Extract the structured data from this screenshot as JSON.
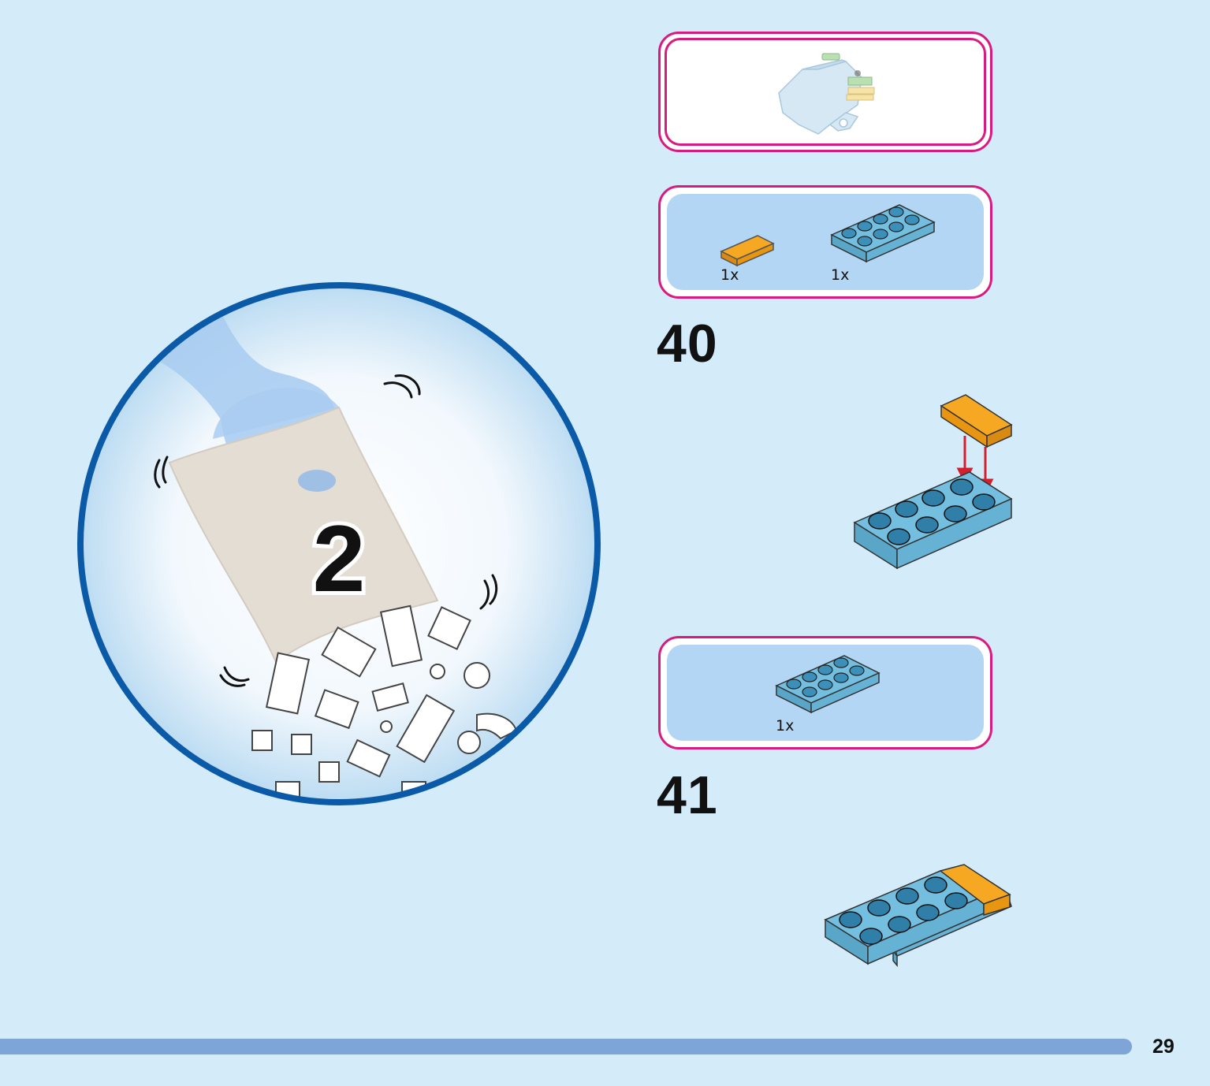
{
  "bag": {
    "number": "2"
  },
  "preview": {},
  "parts_40": [
    {
      "qty": "1x",
      "color": "#f7a823",
      "icon": "tile-1x2-orange"
    },
    {
      "qty": "1x",
      "color": "#74bfdf",
      "icon": "plate-2x4-blue"
    }
  ],
  "step_40": {
    "number": "40"
  },
  "parts_41": [
    {
      "qty": "1x",
      "color": "#74bfdf",
      "icon": "plate-2x4-blue"
    }
  ],
  "step_41": {
    "number": "41"
  },
  "page": {
    "number": "29"
  },
  "colors": {
    "background": "#d4ebfa",
    "frame": "#d91a7f",
    "parts_fill": "#b3d6f4",
    "brick_blue": "#74bfdf",
    "brick_orange": "#f7a823",
    "arrow": "#d4202e",
    "circle_border": "#0a5aa8",
    "page_bar": "#7fa4d8"
  }
}
